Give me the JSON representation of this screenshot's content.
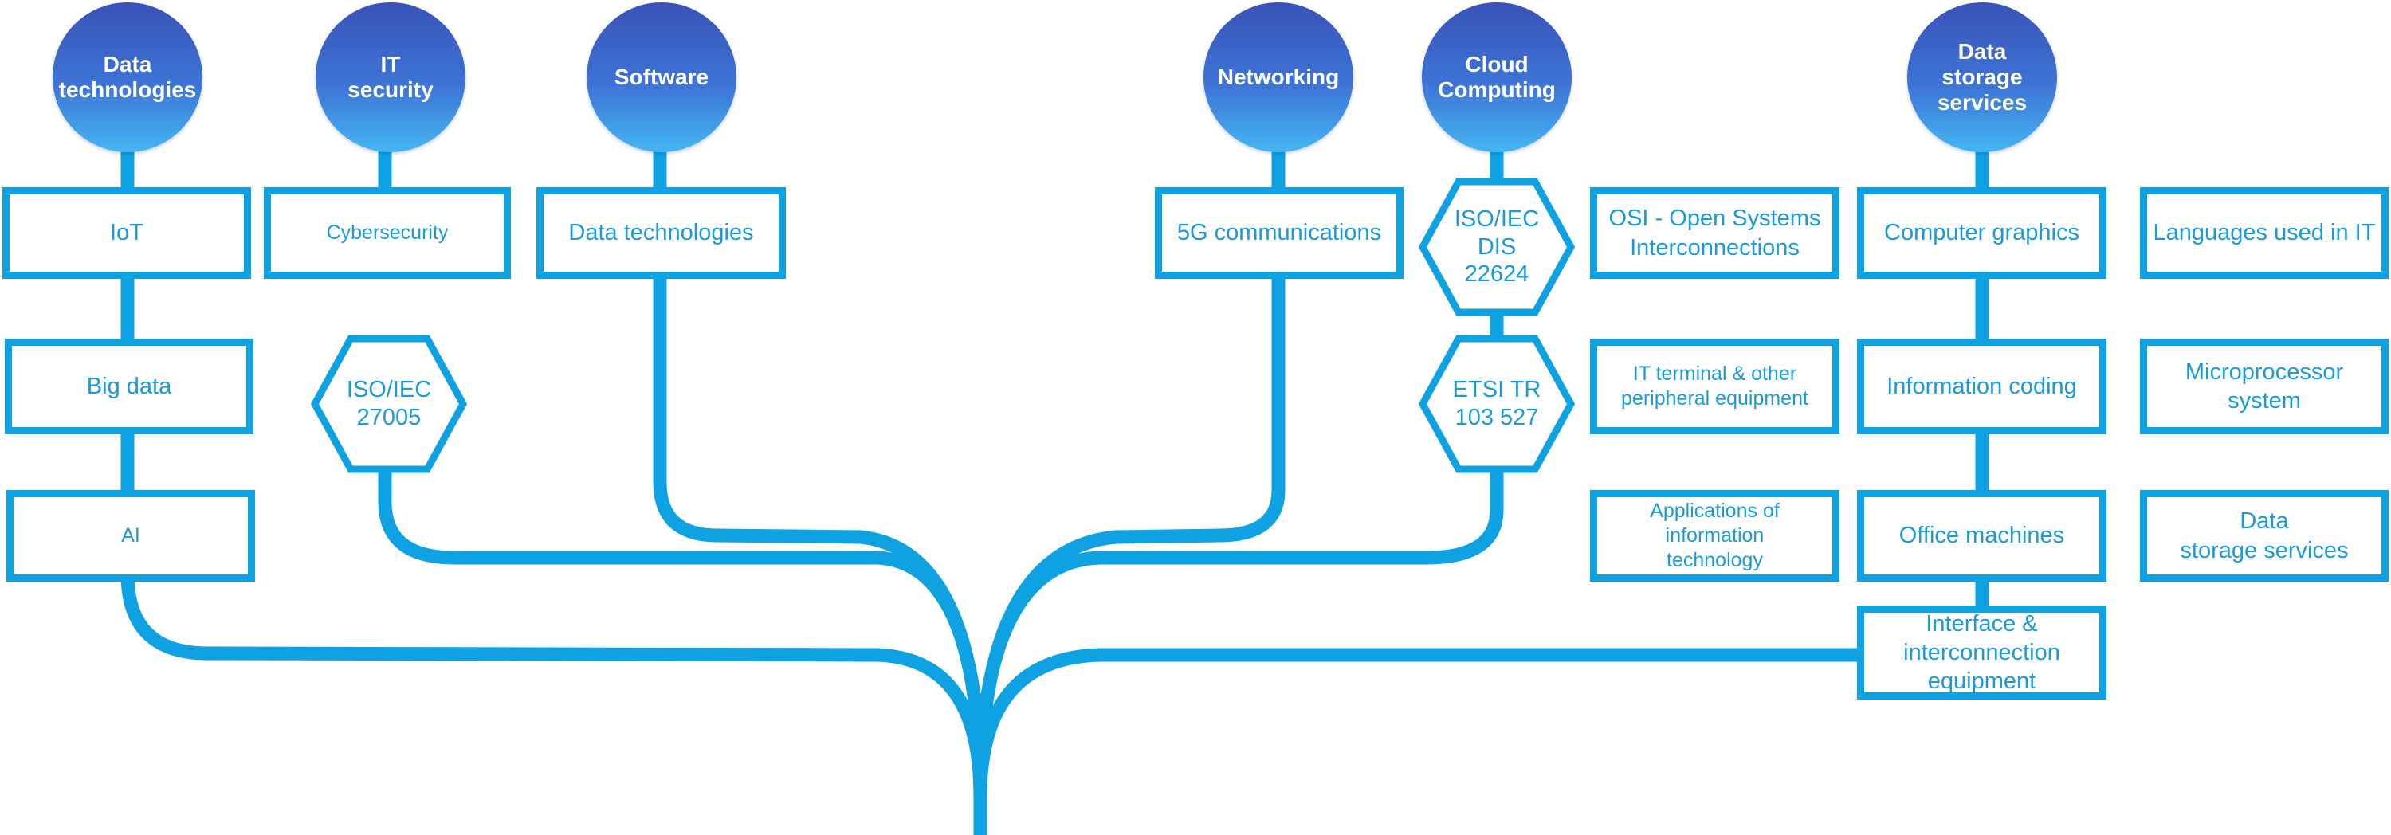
{
  "colors": {
    "line": "#0ea2e2",
    "text": "#1a9bd8",
    "circle_top": "#3a52b8",
    "circle_bottom": "#45b6f2"
  },
  "categories": {
    "data_technologies": "Data\ntechnologies",
    "it_security": "IT\nsecurity",
    "software": "Software",
    "networking": "Networking",
    "cloud_computing": "Cloud\nComputing",
    "data_storage_services": "Data storage\nservices"
  },
  "items": {
    "iot": "IoT",
    "big_data": "Big data",
    "ai": "AI",
    "cybersecurity": "Cybersecurity",
    "iso_27005": "ISO/IEC\n27005",
    "data_technologies": "Data technologies",
    "5g_communications": "5G communications",
    "iso_dis_22624": "ISO/IEC\nDIS\n22624",
    "etsi_tr_103527": "ETSI  TR\n103 527",
    "osi": "OSI - Open Systems\nInterconnections",
    "it_terminal": "IT terminal & other\nperipheral equipment",
    "applications_it": "Applications of\ninformation\ntechnology",
    "computer_graphics": "Computer graphics",
    "information_coding": "Information coding",
    "office_machines": "Office machines",
    "interface_equipment": "Interface &\ninterconnection\nequipment",
    "languages_it": "Languages used in IT",
    "microprocessor": "Microprocessor\nsystem",
    "data_storage_services": "Data\nstorage services"
  }
}
